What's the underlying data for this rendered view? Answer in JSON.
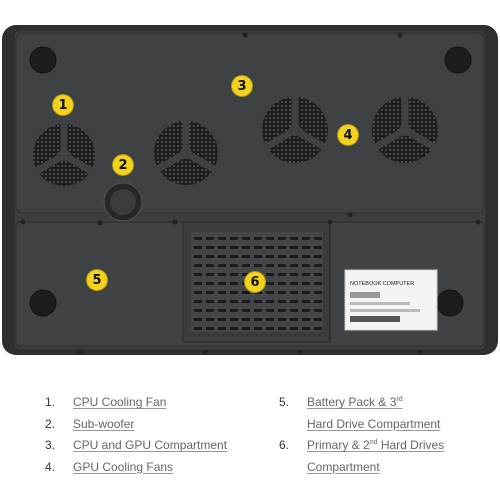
{
  "callouts": [
    "1",
    "2",
    "3",
    "4",
    "5",
    "6"
  ],
  "legend_left": [
    {
      "num": "1.",
      "label": "CPU Cooling Fan"
    },
    {
      "num": "2.",
      "label": "Sub-woofer"
    },
    {
      "num": "3.",
      "label": "CPU and GPU Compartment"
    },
    {
      "num": "4.",
      "label": "GPU Cooling Fans"
    }
  ],
  "legend_right": [
    {
      "num": "5.",
      "pre": "Battery Pack & 3",
      "sup": "rd",
      "post": ""
    },
    {
      "num": "",
      "pre": "Hard Drive Compartment",
      "sup": "",
      "post": ""
    },
    {
      "num": "6.",
      "pre": "Primary & 2",
      "sup": "nd",
      "post": " Hard Drives"
    },
    {
      "num": "",
      "pre": "Compartment",
      "sup": "",
      "post": ""
    }
  ],
  "label_text": "NOTEBOOK COMPUTER",
  "colors": {
    "accent": "#f2d21c",
    "body": "#3a3d40",
    "link": "#666666"
  }
}
